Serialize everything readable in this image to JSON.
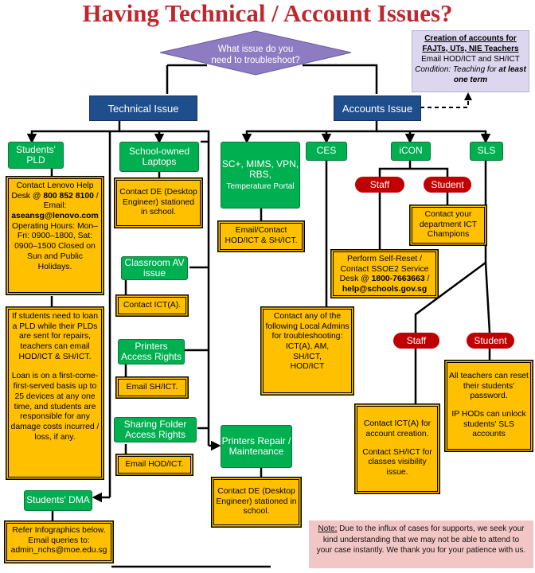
{
  "title": "Having Technical / Account Issues?",
  "question": {
    "line1": "What issue do you",
    "line2": "need to troubleshoot?"
  },
  "creation_note": {
    "heading": "Creation of accounts for FAJTs, UTs, NIE Teachers",
    "line": "Email HOD/ICT and SH/ICT",
    "condition_label": "Condition:",
    "condition_text": "Teaching for",
    "condition_bold": "at least one term"
  },
  "technical": {
    "label": "Technical Issue",
    "students_pld": {
      "label": "Students' PLD",
      "contact": {
        "line1": "Contact Lenovo Help Desk @",
        "phone": "800 852 8100",
        "line2": "/ Email:",
        "email": "aseansg@lenovo.com",
        "hours": "Operating Hours: Mon–Fri: 0900–1800, Sat: 0900–1500 Closed on Sun and Public Holidays."
      },
      "loan": {
        "p1": "If students need to loan a PLD while their PLDs are sent for repairs, teachers can email HOD/ICT & SH/ICT.",
        "p2": "Loan is on a first-come-first-served basis up to 25 devices at any one time, and students are responsible for any damage costs incurred / loss, if any."
      }
    },
    "school_laptops": {
      "label": "School-owned Laptops",
      "action": "Contact DE (Desktop Engineer) stationed in school."
    },
    "classroom_av": {
      "label": "Classroom AV issue",
      "action": "Contact ICT(A)."
    },
    "printers_access": {
      "label": "Printers Access Rights",
      "action": "Email SH/ICT."
    },
    "sharing_folder": {
      "label": "Sharing Folder Access Rights",
      "action": "Email HOD/ICT."
    },
    "printers_repair": {
      "label": "Printers Repair / Maintenance",
      "action": "Contact DE (Desktop Engineer) stationed in school."
    },
    "students_dma": {
      "label": "Students' DMA",
      "action": {
        "line1": "Refer Infographics below.",
        "line2": "Email queries to:",
        "line3": "admin_nchs@moe.edu.sg"
      }
    }
  },
  "accounts": {
    "label": "Accounts Issue",
    "scplus": {
      "label": "SC+, MIMS, VPN, RBS,",
      "sub": "Temperature Portal",
      "action": "Email/Contact HOD/ICT & SH/ICT."
    },
    "ces": {
      "label": "CES",
      "action": {
        "intro": "Contact any of the following Local Admins for troubleshooting:",
        "list": "ICT(A), AM, SH/ICT, HOD/ICT"
      }
    },
    "icon": {
      "label": "iCON",
      "staff": "Staff",
      "student": "Student",
      "student_action": "Contact your department ICT Champions",
      "reset": {
        "line1": "Perform Self-Reset / Contact SSOE2 Service Desk @",
        "phone": "1800-7663663",
        "sep": "/",
        "email": "help@schools.gov.sg"
      }
    },
    "sls": {
      "label": "SLS",
      "staff": "Staff",
      "student": "Student",
      "staff_action": {
        "p1": "Contact ICT(A) for account creation.",
        "p2": "Contact SH/ICT for classes visibility issue."
      },
      "student_action": {
        "p1": "All teachers can reset their students' password.",
        "p2": "IP HODs can unlock students' SLS accounts"
      }
    }
  },
  "note": {
    "label": "Note:",
    "text": "Due to the influx of cases for supports, we seek your kind understanding that we may not be able to attend to your case instantly. We thank you for your patience with us."
  },
  "colors": {
    "title": "#c0272d",
    "diamond": "#8e7cc3",
    "navy": "#1f4e8c",
    "green": "#00b050",
    "gold": "#ffc000",
    "red": "#c00000",
    "lavender": "#dcd7ef",
    "note_bg": "#f3c6c6"
  }
}
